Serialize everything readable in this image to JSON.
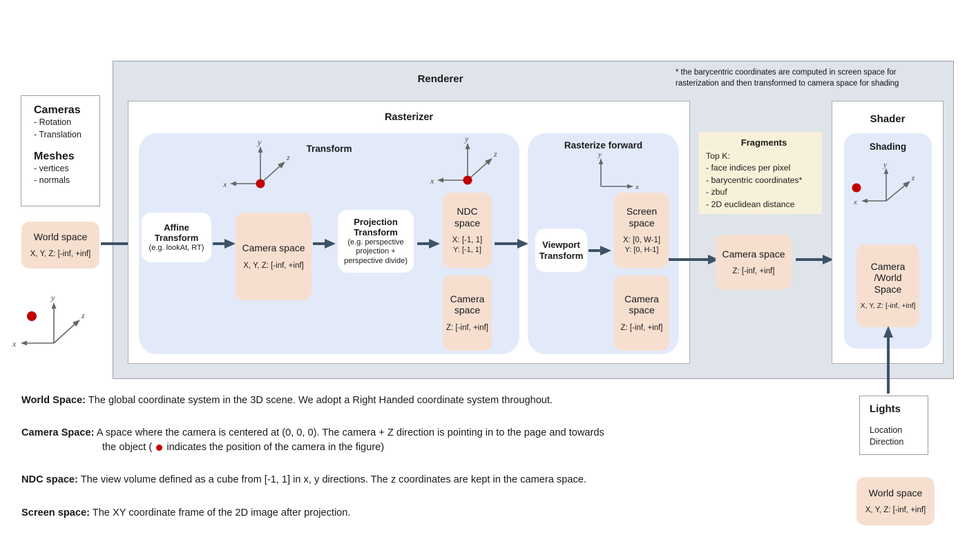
{
  "renderer": {
    "title": "Renderer",
    "footnote": "* the barycentric coordinates are computed in screen space for rasterization and then transformed to camera space for shading"
  },
  "info_card": {
    "cameras_title": "Cameras",
    "cameras_items": [
      "- Rotation",
      "- Translation"
    ],
    "meshes_title": "Meshes",
    "meshes_items": [
      "- vertices",
      "- normals"
    ]
  },
  "world_space_input": {
    "title": "World space",
    "range": "X, Y, Z: [-inf, +inf]"
  },
  "rasterizer": {
    "title": "Rasterizer",
    "transform": {
      "title": "Transform",
      "affine": {
        "line1": "Affine",
        "line2": "Transform",
        "note": "(e.g. lookAt, RT)"
      },
      "camera_space": {
        "title": "Camera space",
        "range": "X, Y, Z: [-inf, +inf]"
      },
      "projection": {
        "line1": "Projection",
        "line2": "Transform",
        "note1": "(e.g. perspective",
        "note2": "projection +",
        "note3": "perspective divide)"
      },
      "ndc": {
        "line1": "NDC",
        "line2": "space",
        "x": "X: [-1, 1]",
        "y": "Y: [-1, 1]"
      },
      "camera_z": {
        "line1": "Camera",
        "line2": "space",
        "z": "Z: [-inf, +inf]"
      }
    },
    "rasterize_forward": {
      "title": "Rasterize forward",
      "viewport": {
        "line1": "Viewport",
        "line2": "Transform"
      },
      "screen": {
        "line1": "Screen",
        "line2": "space",
        "x": "X: [0, W-1]",
        "y": "Y: [0,  H-1]"
      },
      "camera_z": {
        "line1": "Camera",
        "line2": "space",
        "z": "Z: [-inf, +inf]"
      }
    }
  },
  "fragments": {
    "title": "Fragments",
    "lead": "Top K:",
    "items": [
      "- face indices per pixel",
      "- barycentric coordinates*",
      "- zbuf",
      "- 2D euclidean distance"
    ]
  },
  "fragment_camera_space": {
    "title": "Camera space",
    "range": "Z: [-inf, +inf]"
  },
  "shader": {
    "title": "Shader",
    "shading_title": "Shading",
    "camera_world": {
      "line1": "Camera",
      "line2": "/World",
      "line3": "Space",
      "range": "X, Y, Z: [-inf, +inf]"
    }
  },
  "lights": {
    "title": "Lights",
    "items": [
      "Location",
      "Direction"
    ]
  },
  "world_space_lights": {
    "title": "World space",
    "range": "X, Y, Z: [-inf, +inf]"
  },
  "axes": {
    "x": "x",
    "y": "y",
    "z": "z"
  },
  "descriptions": [
    {
      "term": "World Space:",
      "text": " The global coordinate system in the 3D scene. We adopt a Right Handed coordinate system throughout."
    },
    {
      "term": "Camera Space:",
      "text": " A space where the camera is centered at (0, 0, 0). The camera + Z direction is pointing in to the page and towards",
      "indent_pre": "the object ( ",
      "indent_post": " indicates the position of the camera in the figure)"
    },
    {
      "term": "NDC space:",
      "text": " The view volume defined as a cube from [-1, 1] in x, y directions. The z coordinates are kept in the camera space."
    },
    {
      "term": "Screen space:",
      "text": " The XY coordinate frame of the 2D image after projection."
    }
  ],
  "colors": {
    "renderer_bg": "#dfe3ea",
    "panel_blue": "#e2eafa",
    "box_peach": "#f7dfd0",
    "box_yellow": "#f8f1d9",
    "arrow": "#3e5267",
    "camera_dot": "#c00000"
  }
}
